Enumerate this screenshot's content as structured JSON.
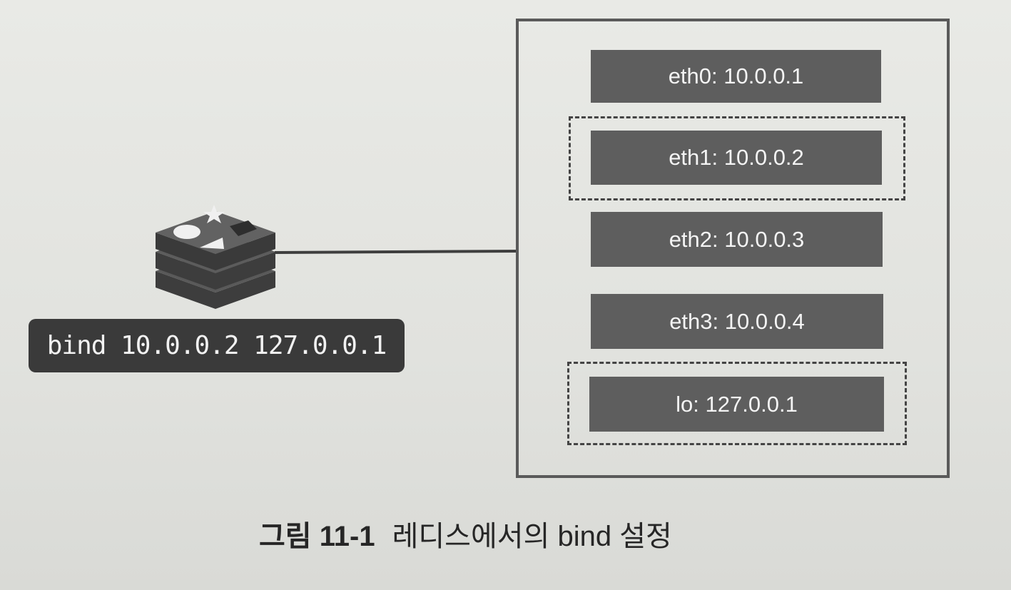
{
  "bind_command": "bind 10.0.0.2 127.0.0.1",
  "interfaces": [
    {
      "label": "eth0: 10.0.0.1",
      "bound": false
    },
    {
      "label": "eth1: 10.0.0.2",
      "bound": true
    },
    {
      "label": "eth2: 10.0.0.3",
      "bound": false
    },
    {
      "label": "eth3: 10.0.0.4",
      "bound": false
    },
    {
      "label": "lo: 127.0.0.1",
      "bound": true
    }
  ],
  "caption": {
    "number": "그림 11-1",
    "text": "레디스에서의 bind 설정"
  },
  "icons": {
    "server": "redis-logo-icon"
  }
}
